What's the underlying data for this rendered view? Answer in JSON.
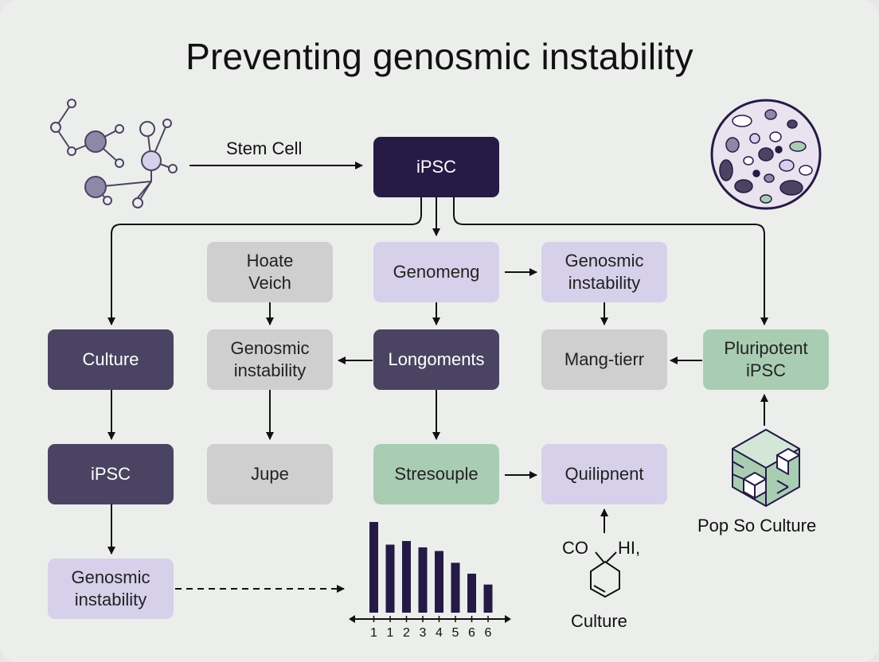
{
  "title": "Preventing genosmic instability",
  "labels": {
    "stem_cell": "Stem Cell",
    "pop_culture": "Pop So Culture",
    "culture_bottom": "Culture",
    "chem_co": "CO",
    "chem_hi": "HI,"
  },
  "nodes": {
    "ipsc_top": "iPSC",
    "culture_left": "Culture",
    "ipsc_left": "iPSC",
    "genosmic_left": "Genosmic\ninstability",
    "hoate": "Hoate\nVeich",
    "genosmic_mid": "Genosmic\ninstability",
    "jupe": "Jupe",
    "genomeng": "Genomeng",
    "longoments": "Longoments",
    "stresouple": "Stresouple",
    "genosmic_right": "Genosmic\ninstability",
    "mang_tierr": "Mang-tierr",
    "quilipnent": "Quilipnent",
    "pluripotent": "Pluripotent\niPSC"
  },
  "chart_data": {
    "type": "bar",
    "categories": [
      "1",
      "1",
      "2",
      "3",
      "4",
      "5",
      "6",
      "6"
    ],
    "values": [
      100,
      75,
      79,
      72,
      68,
      55,
      43,
      31
    ],
    "color": "#241a45"
  },
  "colors": {
    "dark": "#4a4462",
    "navy": "#261b46",
    "lavender": "#d6d0ea",
    "grey": "#cfcfcf",
    "mint": "#a9cdb3"
  }
}
